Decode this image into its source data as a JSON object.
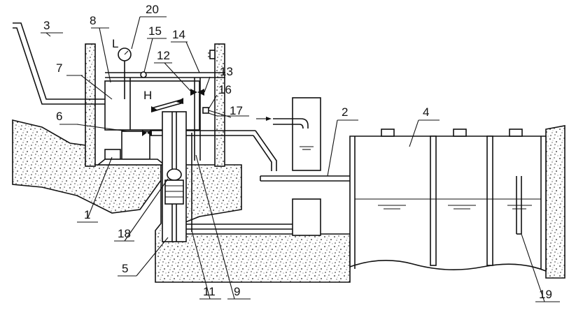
{
  "labels": {
    "n1": "1",
    "n2": "2",
    "n3": "3",
    "n4": "4",
    "n5": "5",
    "n6": "6",
    "n7": "7",
    "n8": "8",
    "n9": "9",
    "n11": "11",
    "n12": "12",
    "n13": "13",
    "n14": "14",
    "n15": "15",
    "n16": "16",
    "n17": "17",
    "n18": "18",
    "n19": "19",
    "n20": "20",
    "L": "L",
    "H": "H"
  }
}
